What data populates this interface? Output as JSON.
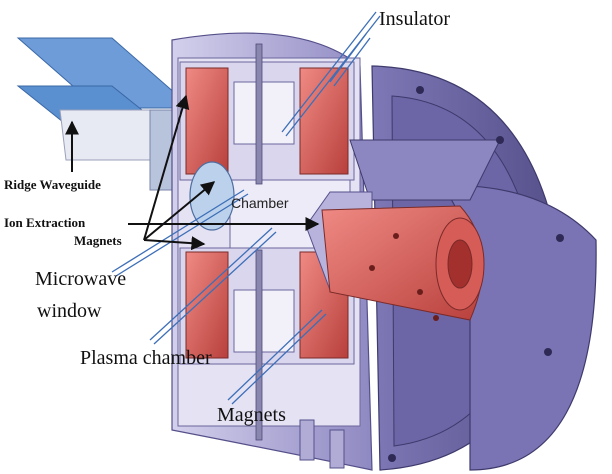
{
  "labels": {
    "insulator": "Insulator",
    "ridge_waveguide": "Ridge Waveguide",
    "ion_extraction": "Ion Extraction",
    "magnets_small": "Magnets",
    "chamber": "Chamber",
    "microwave_window_line1": "Microwave",
    "microwave_window_line2": "window",
    "plasma_chamber": "Plasma chamber",
    "magnets": "Magnets"
  },
  "colors": {
    "body_purple": "#9a95c8",
    "body_dark": "#5e5a8e",
    "body_light": "#c9c6e6",
    "magnet_red": "#c8504c",
    "extractor_red": "#e06a66",
    "waveguide_blue": "#5a8fd0",
    "pointer_blue": "#3d6fb8"
  }
}
